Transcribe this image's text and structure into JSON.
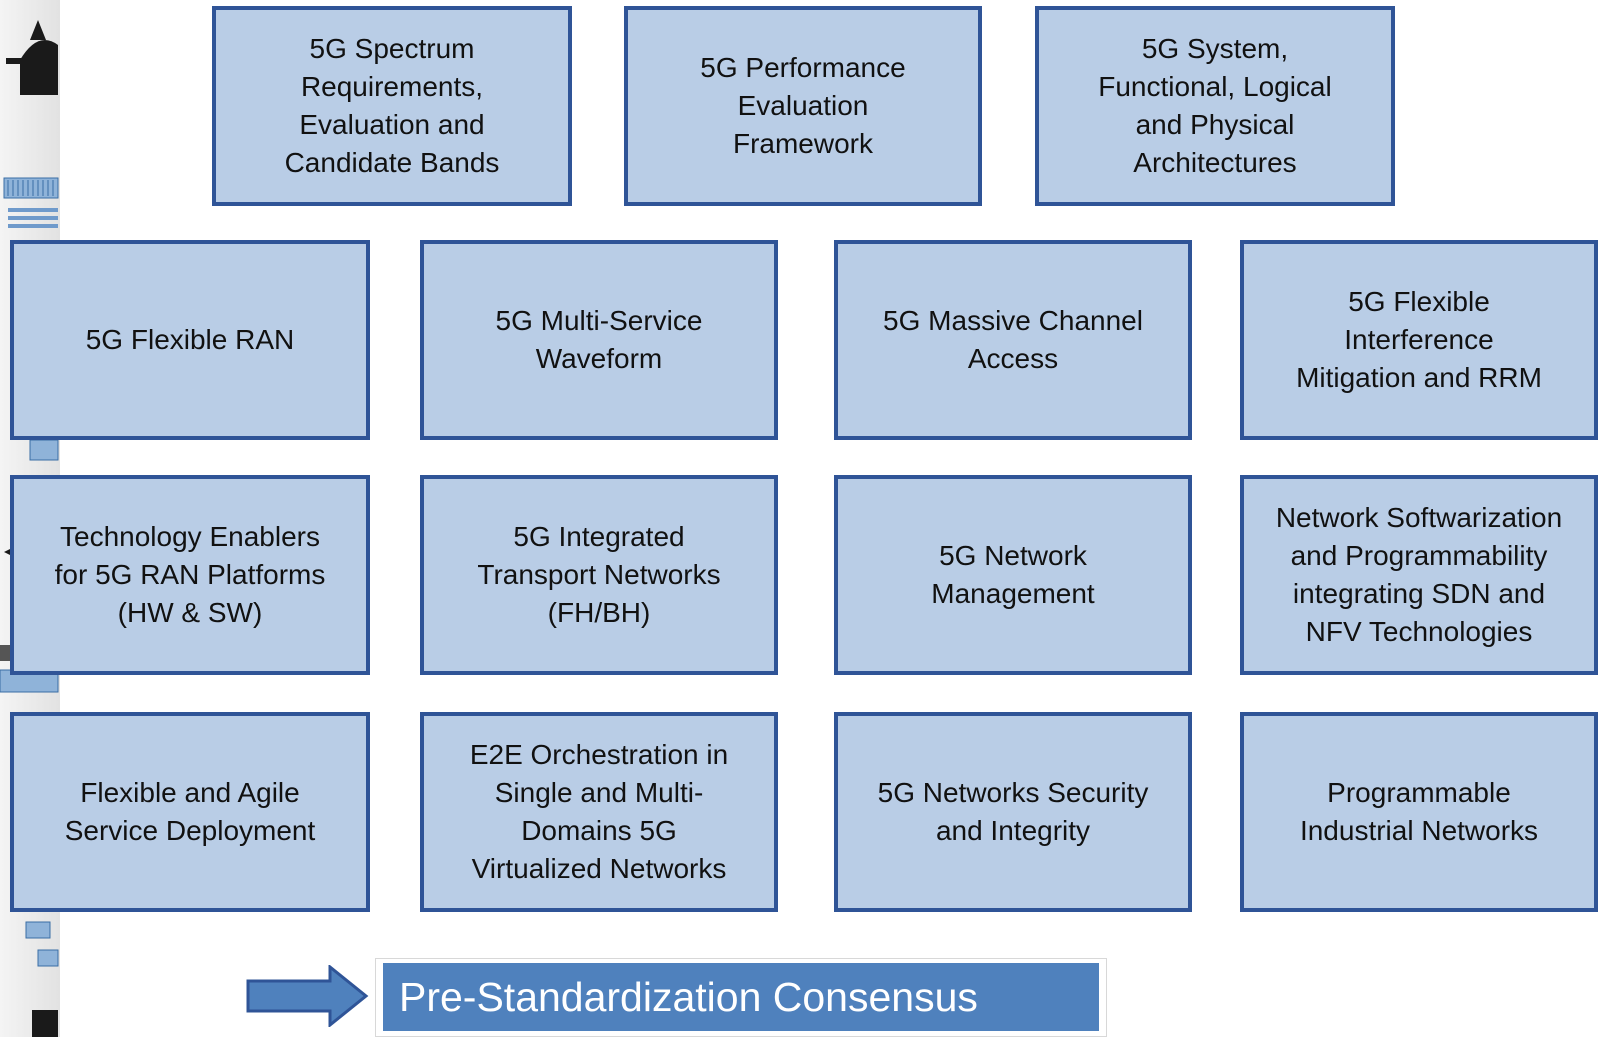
{
  "colors": {
    "box_fill": "#b9cde6",
    "box_border": "#2f5497",
    "banner_fill": "#4f81bd",
    "banner_text": "#ffffff",
    "arrow_fill": "#4f81bd",
    "arrow_border": "#2f5497"
  },
  "boxes": {
    "spectrum": [
      "5G Spectrum",
      "Requirements,",
      "Evaluation and",
      "Candidate Bands"
    ],
    "performance": [
      "5G Performance",
      "Evaluation",
      "Framework"
    ],
    "system": [
      "5G System,",
      "Functional, Logical",
      "and Physical",
      "Architectures"
    ],
    "flexible_ran": [
      "5G Flexible RAN"
    ],
    "waveform": [
      "5G Multi-Service",
      "Waveform"
    ],
    "channel_access": [
      "5G Massive Channel",
      "Access"
    ],
    "interference": [
      "5G Flexible",
      "Interference",
      "Mitigation and RRM"
    ],
    "tech_enablers": [
      "Technology Enablers",
      "for 5G RAN Platforms",
      "(HW & SW)"
    ],
    "transport": [
      "5G Integrated",
      "Transport Networks",
      "(FH/BH)"
    ],
    "network_mgmt": [
      "5G Network",
      "Management"
    ],
    "softwarization": [
      "Network Softwarization",
      "and Programmability",
      "integrating SDN and",
      "NFV Technologies"
    ],
    "service_deploy": [
      "Flexible and Agile",
      "Service Deployment"
    ],
    "orchestration": [
      "E2E Orchestration in",
      "Single and Multi-",
      "Domains 5G",
      "Virtualized Networks"
    ],
    "security": [
      "5G Networks Security",
      "and Integrity"
    ],
    "industrial": [
      "Programmable",
      "Industrial Networks"
    ]
  },
  "consensus": {
    "label": "Pre-Standardization Consensus",
    "arrow_icon": "right-arrow-icon"
  }
}
